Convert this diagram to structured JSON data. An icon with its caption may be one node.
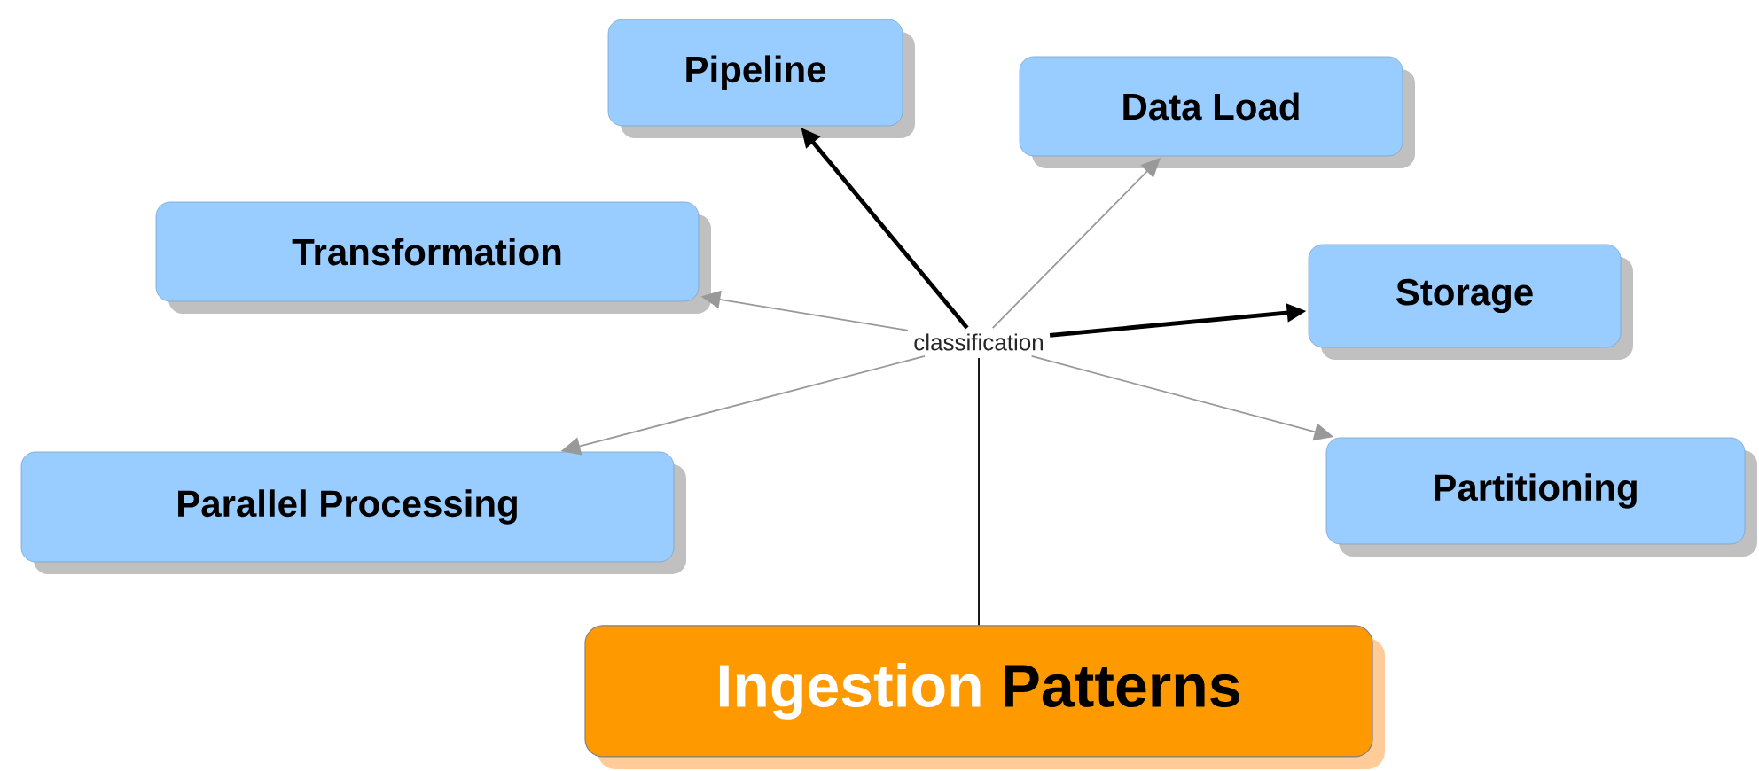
{
  "diagram": {
    "nodes": [
      {
        "text": [
          "Pipeline"
        ]
      },
      {
        "text": [
          "Data Load"
        ]
      },
      {
        "text": [
          "Transformation"
        ]
      },
      {
        "text": [
          "Storage"
        ]
      },
      {
        "text": [
          "classification"
        ]
      },
      {
        "text": [
          "Parallel Processing"
        ]
      },
      {
        "text": [
          "Partitioning"
        ]
      },
      {
        "text": [
          "Ingestion",
          "Patterns"
        ]
      }
    ],
    "edges": [
      {
        "from": 7,
        "to": 4,
        "arrow": "none",
        "color": "#000000"
      },
      {
        "from": 4,
        "to": 0,
        "arrow": "to",
        "style": "thick",
        "color": "#000000"
      },
      {
        "from": 4,
        "to": 1,
        "arrow": "to"
      },
      {
        "from": 4,
        "to": 2,
        "arrow": "to"
      },
      {
        "from": 4,
        "to": 3,
        "arrow": "to",
        "style": "thick",
        "color": "#000000"
      },
      {
        "from": 4,
        "to": 5,
        "arrow": "to"
      },
      {
        "from": 4,
        "to": 6,
        "arrow": "to"
      }
    ]
  }
}
